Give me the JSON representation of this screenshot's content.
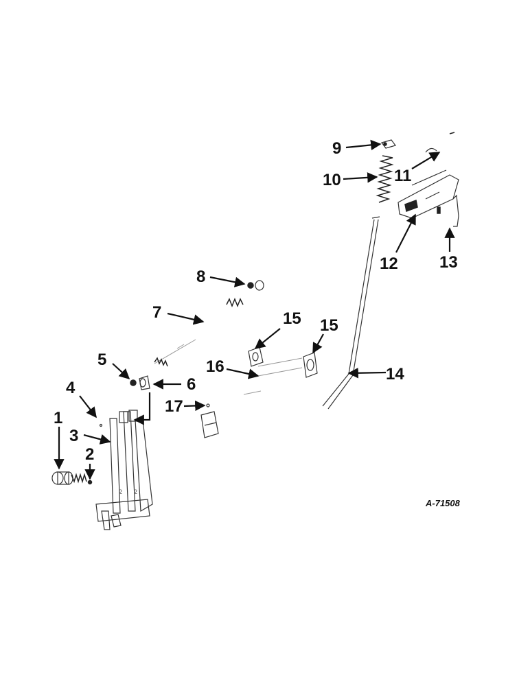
{
  "callouts": {
    "c1": "1",
    "c2": "2",
    "c3": "3",
    "c4": "4",
    "c5": "5",
    "c6": "6",
    "c7": "7",
    "c8": "8",
    "c9": "9",
    "c10": "10",
    "c11": "11",
    "c12": "12",
    "c13": "13",
    "c14": "14",
    "c15a": "15",
    "c15b": "15",
    "c16": "16",
    "c17": "17"
  },
  "figure_ref": "A-71508",
  "colors": {
    "ink": "#111111",
    "paper": "#ffffff"
  }
}
